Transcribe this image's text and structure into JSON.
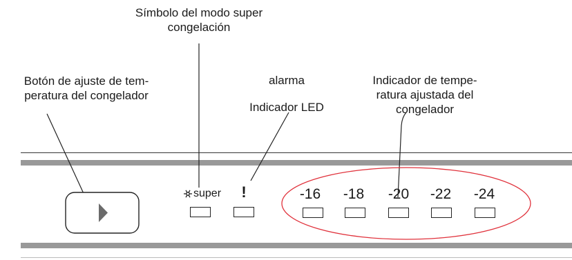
{
  "callouts": {
    "super_symbol": [
      "Símbolo del modo super",
      "congelación"
    ],
    "adjust_button": [
      "Botón de ajuste de tem-",
      "peratura del congelador"
    ],
    "alarm": "alarma",
    "led": "Indicador LED",
    "temp_indicator": [
      "Indicador de tempe-",
      "ratura ajustada del",
      "congelador"
    ]
  },
  "panel": {
    "super_label": "super",
    "super_icon": "snowflake-icon",
    "alarm_symbol": "!",
    "temperatures": [
      "-16",
      "-18",
      "-20",
      "-22",
      "-24"
    ]
  },
  "colors": {
    "highlight_ellipse": "#e0303a",
    "panel_bar": "#999999"
  }
}
